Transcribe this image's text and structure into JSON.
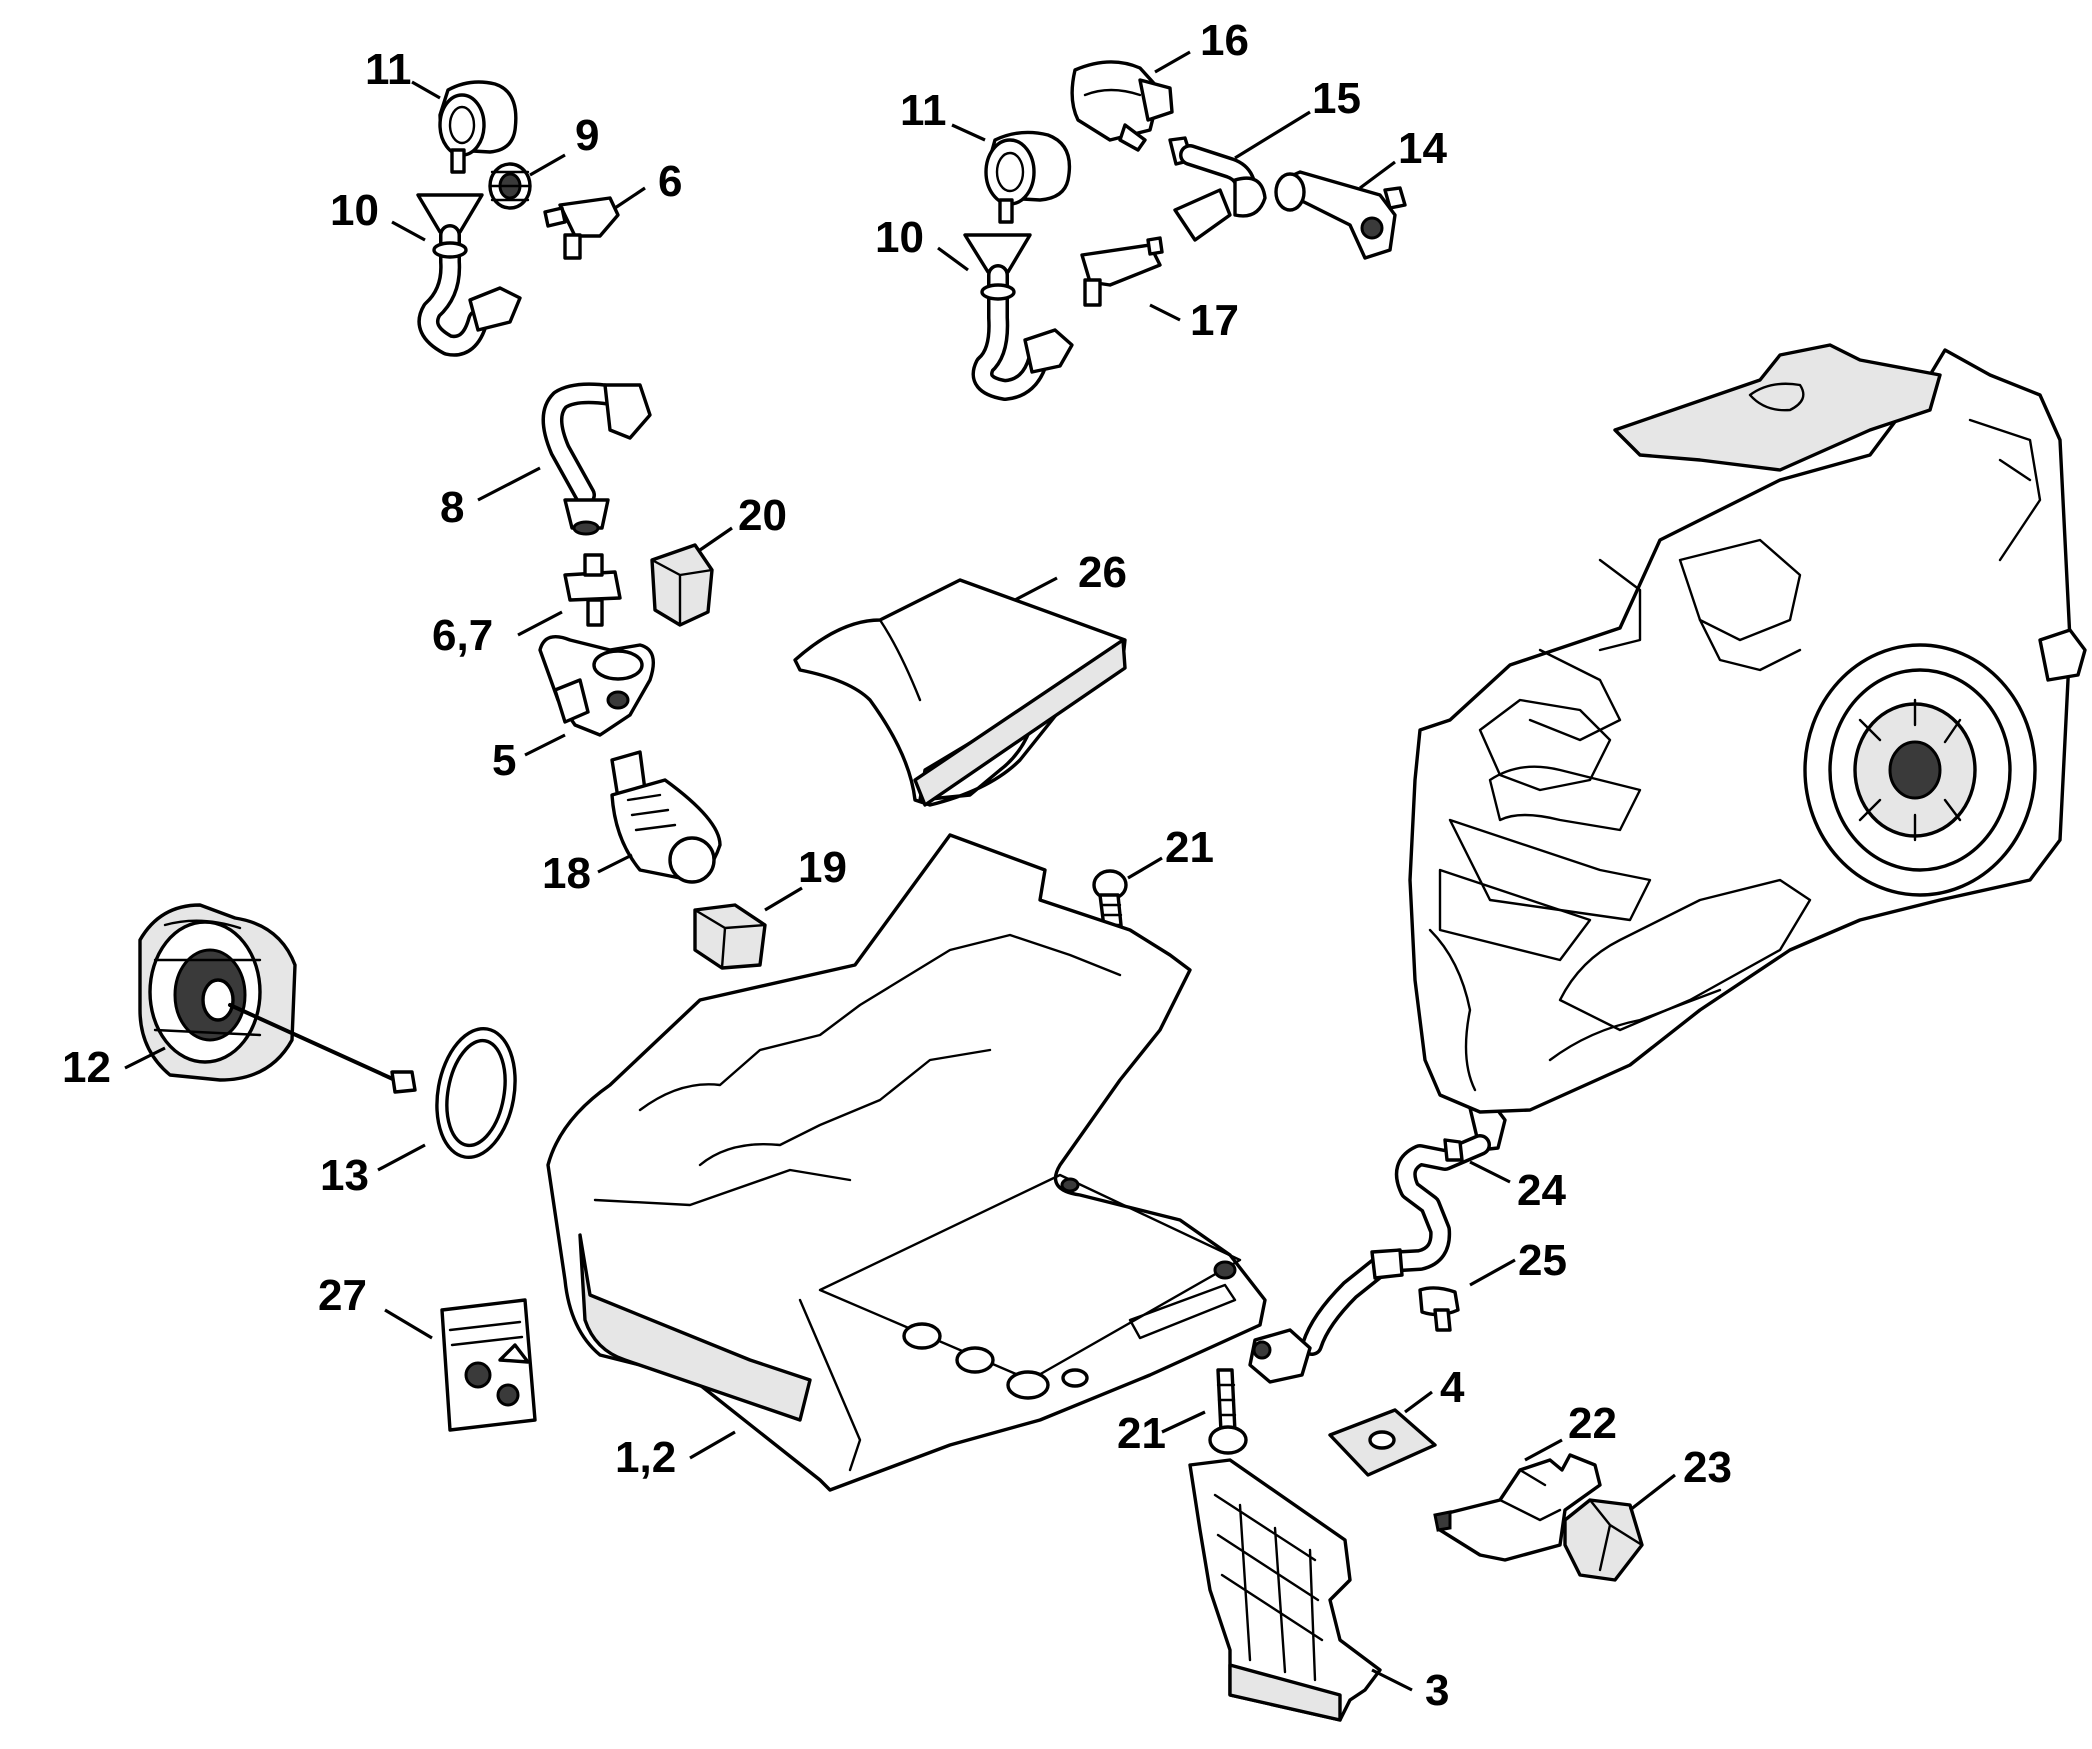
{
  "diagram": {
    "callouts": [
      {
        "id": "c11a",
        "text": "11"
      },
      {
        "id": "c9",
        "text": "9"
      },
      {
        "id": "c6",
        "text": "6"
      },
      {
        "id": "c10a",
        "text": "10"
      },
      {
        "id": "c16",
        "text": "16"
      },
      {
        "id": "c15",
        "text": "15"
      },
      {
        "id": "c14",
        "text": "14"
      },
      {
        "id": "c11b",
        "text": "11"
      },
      {
        "id": "c10b",
        "text": "10"
      },
      {
        "id": "c17",
        "text": "17"
      },
      {
        "id": "c8",
        "text": "8"
      },
      {
        "id": "c20",
        "text": "20"
      },
      {
        "id": "c26",
        "text": "26"
      },
      {
        "id": "c67",
        "text": "6,7"
      },
      {
        "id": "c5",
        "text": "5"
      },
      {
        "id": "c18",
        "text": "18"
      },
      {
        "id": "c19",
        "text": "19"
      },
      {
        "id": "c21a",
        "text": "21"
      },
      {
        "id": "c12",
        "text": "12"
      },
      {
        "id": "c13",
        "text": "13"
      },
      {
        "id": "c24",
        "text": "24"
      },
      {
        "id": "c25",
        "text": "25"
      },
      {
        "id": "c27",
        "text": "27"
      },
      {
        "id": "c4",
        "text": "4"
      },
      {
        "id": "c22",
        "text": "22"
      },
      {
        "id": "c21b",
        "text": "21"
      },
      {
        "id": "c23",
        "text": "23"
      },
      {
        "id": "c12b",
        "text": "1,2"
      },
      {
        "id": "c3",
        "text": "3"
      }
    ]
  }
}
